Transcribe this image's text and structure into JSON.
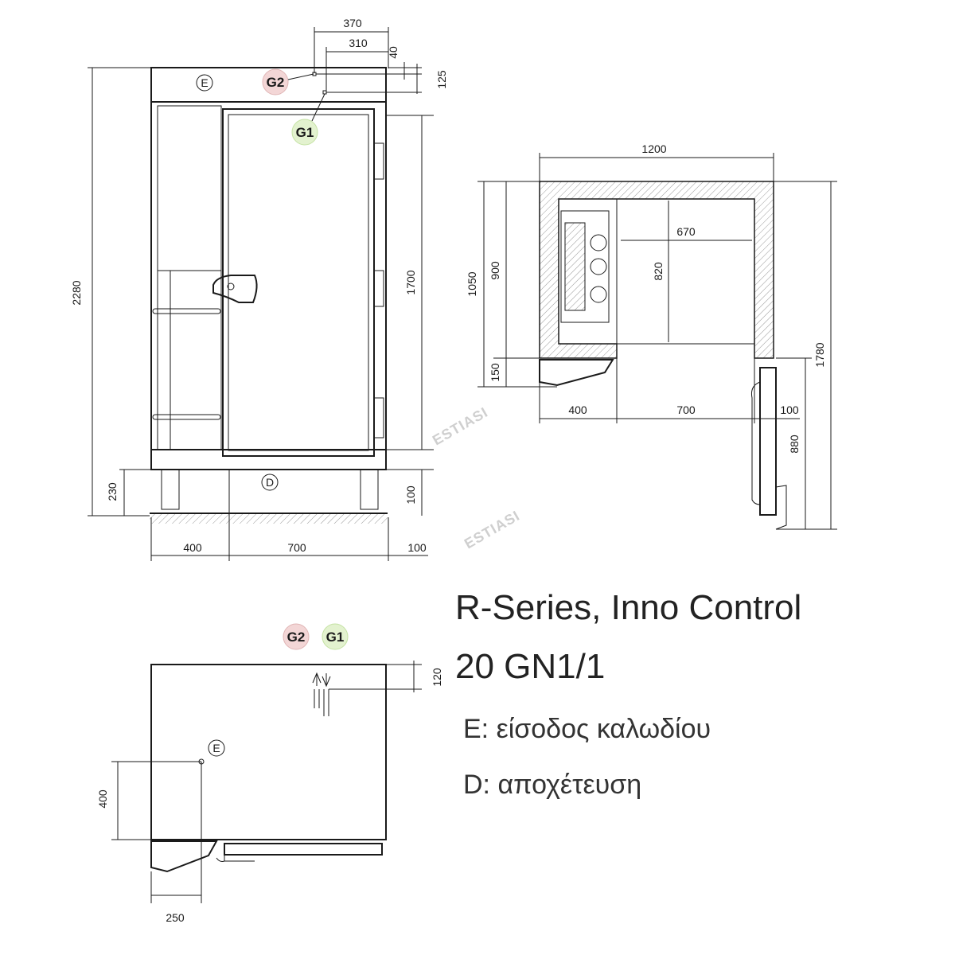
{
  "title": {
    "line1": "R-Series, Inno Control",
    "line2": "20  GN1/1"
  },
  "legend": {
    "e_line": "E: είσοδος καλωδίου",
    "d_line": "D: αποχέτευση"
  },
  "labels": {
    "E": "E",
    "D": "D",
    "G1": "G1",
    "G2": "G2"
  },
  "watermark": "ESTIASI",
  "colors": {
    "g1": "#8dc63f",
    "g2": "#b71c1c"
  },
  "dims": {
    "front": {
      "w370": "370",
      "w310": "310",
      "h40": "40",
      "h125": "125",
      "h2280": "2280",
      "h1700": "1700",
      "h230": "230",
      "h100": "100",
      "b400": "400",
      "b700": "700",
      "b100": "100"
    },
    "plan": {
      "w1200": "1200",
      "w670": "670",
      "h1050": "1050",
      "h900": "900",
      "h820": "820",
      "h150": "150",
      "h1780": "1780",
      "b400": "400",
      "b700": "700",
      "b100": "100",
      "h880": "880"
    },
    "top": {
      "h120": "120",
      "h400": "400",
      "b250": "250"
    }
  }
}
